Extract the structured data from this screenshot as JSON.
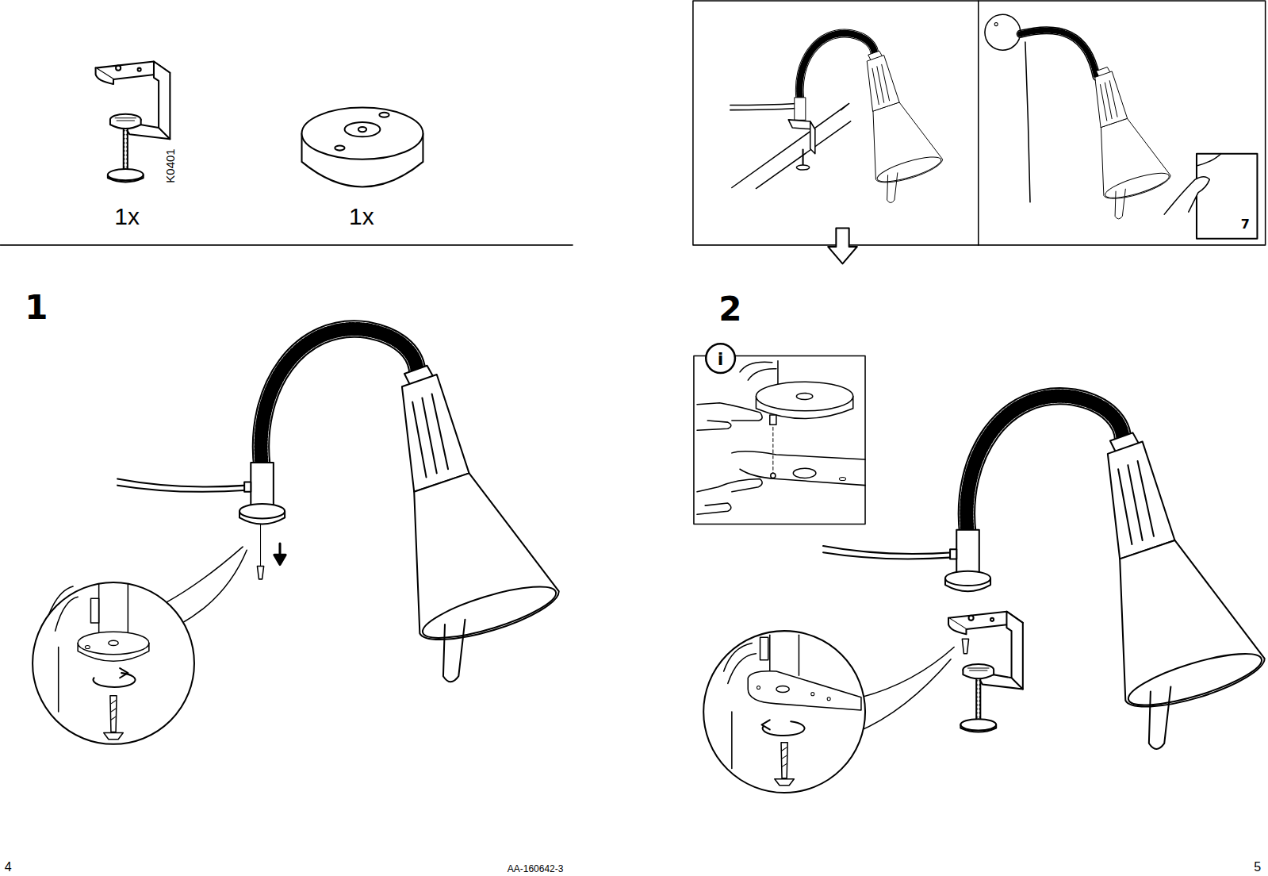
{
  "diagram": {
    "labels": [
      "1x",
      "K0401",
      "1x",
      "1",
      "2",
      "4",
      "AA-160642-3",
      "5",
      "7",
      "i"
    ]
  }
}
